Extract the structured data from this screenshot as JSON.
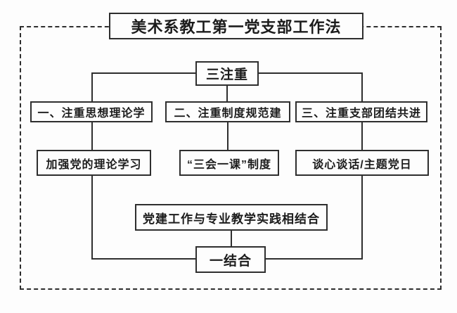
{
  "diagram": {
    "title": "美术系教工第一党支部工作法",
    "nodes": {
      "three_emphases": "三注重",
      "emphasis_1": "一、注重思想理论学",
      "emphasis_2": "二、注重制度规范建",
      "emphasis_3": "三、注重支部团结共进",
      "measure_1": "加强党的理论学习",
      "measure_2": "“三会一课”制度",
      "measure_3": "谈心谈话/主题党日",
      "integration": "党建工作与专业教学实践相结合",
      "one_combination": "一结合"
    },
    "colors": {
      "line": "#2e2e2e",
      "background": "#fdfdfd",
      "text": "#1c1c1c"
    }
  }
}
